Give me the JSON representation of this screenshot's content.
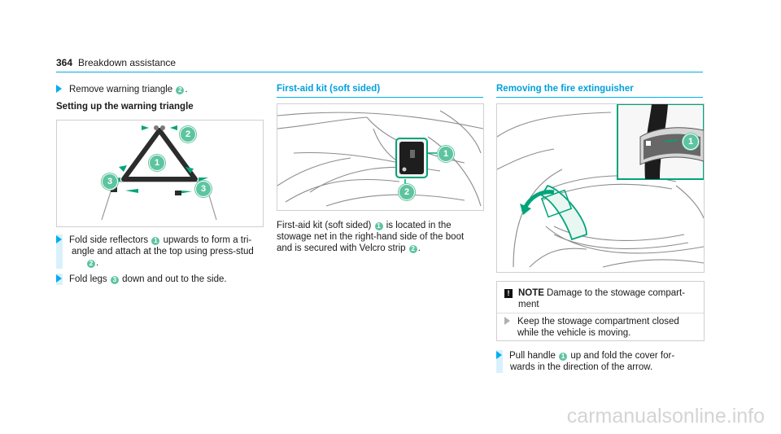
{
  "header": {
    "page_number": "364",
    "section": "Breakdown assistance"
  },
  "left_column": {
    "step_remove": {
      "text_before": "Remove warning triangle",
      "marker": "2",
      "text_after": "."
    },
    "subheading": "Setting up the warning triangle",
    "figure_callouts": [
      "2",
      "1",
      "3",
      "3"
    ],
    "step_fold_reflectors": {
      "text_a": "Fold side reflectors",
      "marker_a": "1",
      "text_b": "upwards to form a tri-",
      "text_c": "angle and attach at the top using press-stud",
      "marker_b": "2",
      "text_d": "."
    },
    "step_fold_legs": {
      "text_a": "Fold legs",
      "marker": "3",
      "text_b": "down and out to the side."
    }
  },
  "middle_column": {
    "title": "First-aid kit (soft sided)",
    "figure_callouts": [
      "1",
      "2"
    ],
    "paragraph": {
      "text_a": "First-aid kit (soft sided)",
      "marker_a": "1",
      "text_b": "is located in the",
      "text_c": "stowage net in the right-hand side of the boot",
      "text_d": "and is secured with Velcro strip",
      "marker_b": "2",
      "text_e": "."
    }
  },
  "right_column": {
    "title": "Removing the fire extinguisher",
    "figure_callouts": [
      "1"
    ],
    "note": {
      "icon": "!",
      "label": "NOTE",
      "title_a": "Damage to the stowage compart-",
      "title_b": "ment",
      "action_a": "Keep the stowage compartment closed",
      "action_b": "while the vehicle is moving."
    },
    "step_pull": {
      "text_a": "Pull handle",
      "marker": "1",
      "text_b": "up and fold the cover for-",
      "text_c": "wards in the direction of the arrow."
    }
  },
  "watermark": "carmanualsonline.info",
  "colors": {
    "accent": "#00adef",
    "marker": "#5ec4a0",
    "highlight": "#00a47a"
  }
}
